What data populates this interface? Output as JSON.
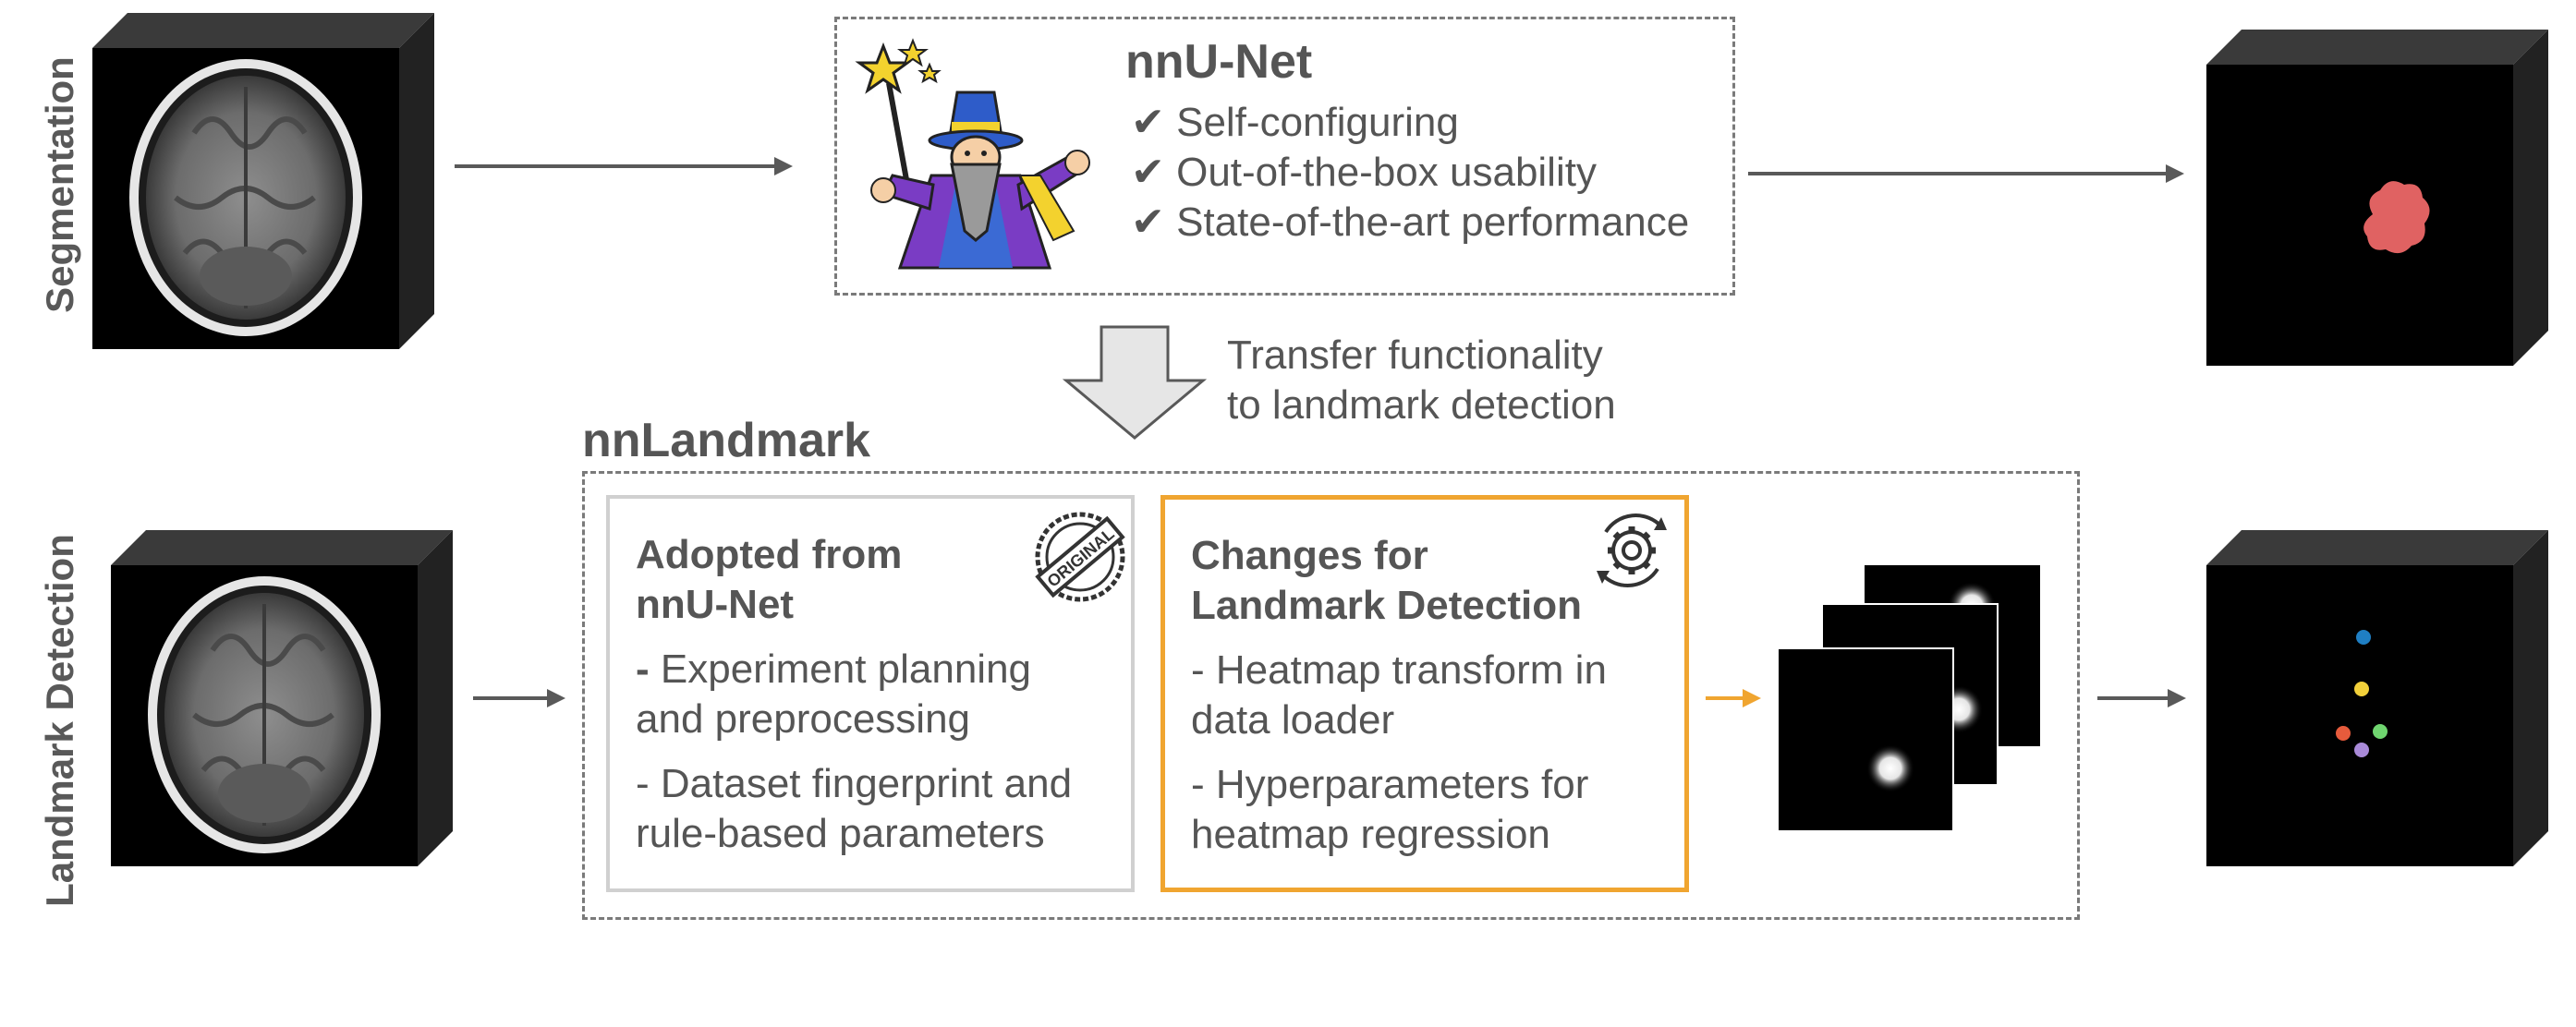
{
  "rows": {
    "segmentation_label": "Segmentation",
    "landmark_label": "Landmark Detection"
  },
  "nnunet": {
    "title": "nnU-Net",
    "features": [
      "✔ Self-configuring",
      "✔ Out-of-the-box usability",
      "✔ State-of-the-art performance"
    ]
  },
  "transfer": {
    "line1": "Transfer functionality",
    "line2": "to landmark detection"
  },
  "nnlandmark": {
    "title": "nnLandmark",
    "adopted": {
      "title_line1": "Adopted from",
      "title_line2": "nnU-Net",
      "items": [
        {
          "bold": "-",
          "line1": " Experiment planning",
          "line2": "and preprocessing"
        },
        {
          "line1": "- Dataset fingerprint and",
          "line2": "rule-based parameters"
        }
      ],
      "stamp_text": "ORIGINAL"
    },
    "changes": {
      "title_line1": "Changes for",
      "title_line2": "Landmark Detection",
      "items": [
        {
          "line1": "- Heatmap transform in",
          "line2": "data loader"
        },
        {
          "line1": "- Hyperparameters for",
          "line2": "heatmap regression"
        }
      ]
    }
  },
  "colors": {
    "text": "#555555",
    "arrow": "#595959",
    "dashed_border": "#7a7a7a",
    "adopted_border": "#d0d0d0",
    "changes_border": "#f0a530",
    "segmentation_mask": "#e06262",
    "landmarks": [
      "#1f7fc4",
      "#f2d03a",
      "#e65b3c",
      "#6fd56f",
      "#a98ad8"
    ]
  }
}
